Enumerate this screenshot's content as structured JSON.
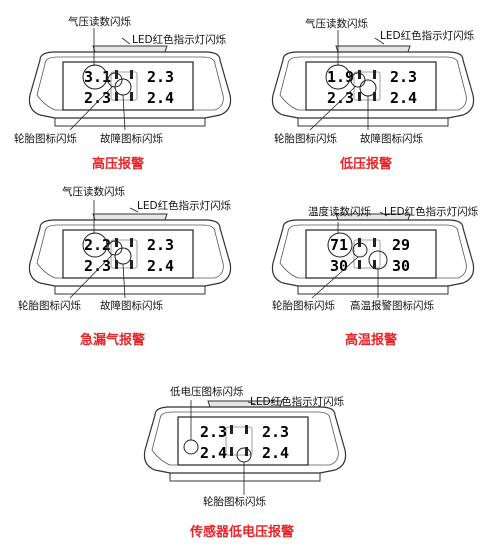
{
  "panels": [
    {
      "id": "high-pressure",
      "top_label": "气压读数闪烁",
      "led_label": "LED红色指示灯闪烁",
      "bottom_left_label": "轮胎图标闪烁",
      "bottom_right_label": "故障图标闪烁",
      "title": "高压报警",
      "readings": {
        "fl": "3.1",
        "fr": "2.3",
        "rl": "2.3",
        "rr": "2.4"
      }
    },
    {
      "id": "low-pressure",
      "top_label": "气压读数闪烁",
      "led_label": "LED红色指示灯闪烁",
      "bottom_left_label": "轮胎图标闪烁",
      "bottom_right_label": "故障图标闪烁",
      "title": "低压报警",
      "readings": {
        "fl": "1.9",
        "fr": "2.3",
        "rl": "2.3",
        "rr": "2.4"
      }
    },
    {
      "id": "rapid-leak",
      "top_label": "气压读数闪烁",
      "led_label": "LED红色指示灯闪烁",
      "bottom_left_label": "轮胎图标闪烁",
      "bottom_right_label": "故障图标闪烁",
      "title": "急漏气报警",
      "readings": {
        "fl": "2.2",
        "fr": "2.3",
        "rl": "2.3",
        "rr": "2.4"
      }
    },
    {
      "id": "high-temperature",
      "top_label": "温度读数闪烁",
      "led_label": "LED红色指示灯闪烁",
      "bottom_left_label": "轮胎图标闪烁",
      "bottom_right_label": "高温报警图标闪烁",
      "title": "高温报警",
      "readings": {
        "fl": "71",
        "fr": "29",
        "rl": "30",
        "rr": "30"
      }
    },
    {
      "id": "sensor-low-voltage",
      "top_label": "低电压图标闪烁",
      "led_label": "LED红色指示灯闪烁",
      "bottom_left_label": "轮胎图标闪烁",
      "title": "传感器低电压报警",
      "readings": {
        "fl": "2.3",
        "fr": "2.3",
        "rl": "2.4",
        "rr": "2.4"
      }
    }
  ],
  "colors": {
    "title": "#e8262a",
    "outline": "#333333"
  }
}
